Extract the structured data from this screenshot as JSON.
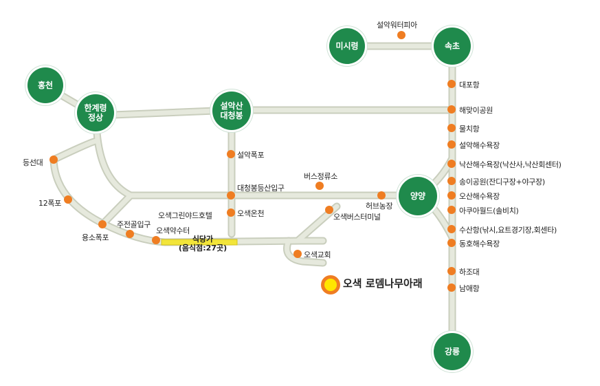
{
  "map": {
    "cities": {
      "misiryeong": "미시령",
      "sokcho": "속초",
      "hongcheon": "홍천",
      "hangyeryeong": "한계령\n정상",
      "seoraksan": "설악산\n대청봉",
      "yangyang": "양양",
      "gangneung": "강릉"
    },
    "places": {
      "seorak_waterpia": "설악워터피아",
      "daepohang": "대포항",
      "haemaji_park": "해맞이공원",
      "mulchihang": "물치항",
      "seorak_beach": "설악해수욕장",
      "naksan_beach": "낙산해수욕장(낙산사,낙산회센터)",
      "songi_park": "송이공원(잔디구장+야구장)",
      "osan_beach": "오산해수욕장",
      "aquaworld": "아쿠아월드(솔비치)",
      "susanhang": "수산항(낚시,요트경기장,회센타)",
      "dongho_beach": "동호해수욕장",
      "hajodae": "하조대",
      "namaehang": "남애항",
      "deungseondae": "등선대",
      "sibi_pokpo": "12폭포",
      "yongso_pokpo": "용소폭포",
      "jujeongol": "주전골입구",
      "osaek_yaksu": "오색약수터",
      "osaek_green_yard": "오색그린야드호텔",
      "seorak_pokpo": "설악폭포",
      "daecheongbong_entrance": "대청봉등산입구",
      "osaek_oncheon": "오색온천",
      "bus_stop": "버스정류소",
      "herb_farm": "허브농장",
      "osaek_terminal": "오색버스터미널",
      "osaek_church": "오색교회"
    },
    "highlight": "식당가\n(음식점:27곳)",
    "destination": "오색 로뎀나무아래",
    "colors": {
      "city": "#1f8a4c",
      "poi": "#ef7d22",
      "destination_center": "#ffe600",
      "road": "#d8dccb",
      "highlight": "#f2e53a"
    }
  }
}
